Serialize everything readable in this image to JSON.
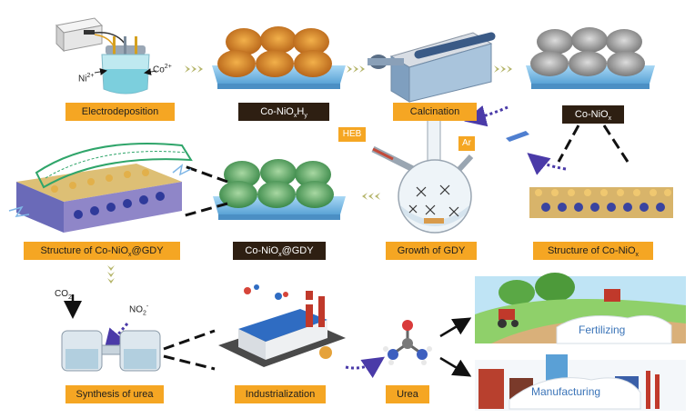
{
  "labels": {
    "electrodeposition": "Electrodeposition",
    "hydroxide": {
      "base": "Co-NiO",
      "sub1": "x",
      "mid": "H",
      "sub2": "y"
    },
    "calcination": "Calcination",
    "oxide": {
      "base": "Co-NiO",
      "sub": "x"
    },
    "structure_gdy": {
      "pre": "Structure of Co-NiO",
      "sub": "x",
      "post": "@GDY"
    },
    "composite": {
      "pre": "Co-NiO",
      "sub": "x",
      "post": "@GDY"
    },
    "growth": "Growth of GDY",
    "structure_oxide": {
      "pre": "Structure of Co-NiO",
      "sub": "x"
    },
    "synthesis": "Synthesis of urea",
    "industrialization": "Industrialization",
    "urea": "Urea"
  },
  "ions": {
    "ni": "Ni",
    "ni_charge": "2+",
    "co": "Co",
    "co_charge": "2+"
  },
  "reagents": {
    "heb": "HEB",
    "ar": "Ar"
  },
  "reactants": {
    "co2": {
      "base": "CO",
      "sub": "2"
    },
    "no2": {
      "base": "NO",
      "sub": "2",
      "sup": "-"
    }
  },
  "applications": {
    "fertilizing": "Fertilizing",
    "manufacturing": "Manufacturing"
  },
  "colors": {
    "label_gold": "#f5a623",
    "label_dark": "#2e1f12",
    "arrow_khaki": "#b5b56a",
    "arrow_purple": "#4a3aa8",
    "substrate_blue": "#8fc8ee"
  },
  "icons": [
    "power-supply-icon",
    "beaker-icon",
    "tube-furnace-icon",
    "flask-icon",
    "factory-icon",
    "urea-molecule-icon",
    "farm-icon",
    "industry-icon",
    "h-cell-icon"
  ]
}
